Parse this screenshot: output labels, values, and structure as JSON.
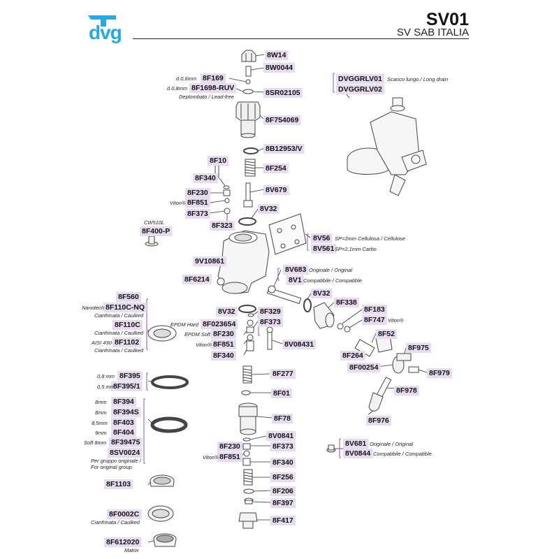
{
  "header": {
    "brand": "dvg",
    "code": "SV01",
    "subtitle": "SV SAB ITALIA"
  },
  "colors": {
    "brand": "#2aa8e0",
    "label_bg": "#e7dcef",
    "bracket": "#8a5ab0",
    "line": "#333333"
  },
  "labels": {
    "8W14": "8W14",
    "8W0044": "8W0044",
    "8F169": "8F169",
    "8F1698": "8F1698-RUV",
    "8SR02105": "8SR02105",
    "8F754069": "8F754069",
    "8B12953": "8B12953/V",
    "8F10": "8F10",
    "8F254": "8F254",
    "8F340a": "8F340",
    "8V679": "8V679",
    "8F230a": "8F230",
    "8F851a": "8F851",
    "8F373a": "8F373",
    "8V32a": "8V32",
    "8F323": "8F323",
    "8F400P": "8F400-P",
    "8V56": "8V56",
    "8V561": "8V561",
    "9V10861": "9V10861",
    "8V683": "8V683",
    "8V1": "8V1",
    "8F6214": "8F6214",
    "8V32b": "8V32",
    "8F338": "8F338",
    "8F183": "8F183",
    "8F747": "8F747",
    "8F560": "8F560",
    "8F110CNQ": "8F110C-NQ",
    "8F110C": "8F110C",
    "8F1102": "8F1102",
    "8V32c": "8V32",
    "8F329": "8F329",
    "8F023654": "8F023654",
    "8F373b": "8F373",
    "8F230b": "8F230",
    "8F851b": "8F851",
    "8V08431": "8V08431",
    "8F340b": "8F340",
    "8F52": "8F52",
    "8F264": "8F264",
    "8F975": "8F975",
    "8F00254": "8F00254",
    "8F979": "8F979",
    "8F395": "8F395",
    "8F3951": "8F395/1",
    "8F277": "8F277",
    "8F01": "8F01",
    "8F978": "8F978",
    "8F394": "8F394",
    "8F394S": "8F394S",
    "8F403": "8F403",
    "8F78": "8F78",
    "8F976": "8F976",
    "8F404": "8F404",
    "8F39475": "8F39475",
    "8V0841": "8V0841",
    "8SV0024": "8SV0024",
    "8F230c": "8F230",
    "8F373c": "8F373",
    "8V681": "8V681",
    "8F851c": "8F851",
    "8V0844": "8V0844",
    "8F340c": "8F340",
    "8F1103": "8F1103",
    "8F256": "8F256",
    "8F206": "8F206",
    "8F397": "8F397",
    "8F0002C": "8F0002C",
    "8F417": "8F417",
    "8F612020": "8F612020",
    "DVGGRLV01": "DVGGRLV01",
    "DVGGRLV02": "DVGGRLV02"
  },
  "notes": {
    "d06": "d.0,6mm",
    "d08": "d.0,8mm",
    "deplombato": "Deplombato / Lead-free",
    "viton1": "Viton®",
    "cw510l": "CW510L",
    "sp2": "SP=2mm Cellulosa / Cellulose",
    "sp21": "SP=2,1mm  Carbo",
    "originale1": "Originale / Original",
    "compatibile1": "Compatibile / Compatible",
    "viton2": "Viton®",
    "nanotech": "Nanotech",
    "cianf1": "Cianfrinata / Caulked",
    "cianf2": "Cianfrinata / Caulked",
    "aisi430": "AISI 430",
    "cianf3": "Cianfrinata / Caulked",
    "epdm_hard": "EPDM Hard",
    "epdm_soft": "EPDM Soft",
    "viton3": "Viton®",
    "mm08": "0,8 mm",
    "mm05": "0,5 mm",
    "mm8a": "8mm",
    "mm8b": "8mm",
    "mm85": "8,5mm",
    "mm9": "9mm",
    "soft8": "Soft 8mm",
    "per_gruppo": "Per gruppo originale /",
    "for_group": "For original group",
    "viton4": "Viton®",
    "originale2": "Originale / Original",
    "compatibile2": "Compatibile / Compatible",
    "cianf4": "Cianfrinata / Caulked",
    "matrix": "Matrix",
    "scarico": "Scarico lungo / Long drain"
  }
}
